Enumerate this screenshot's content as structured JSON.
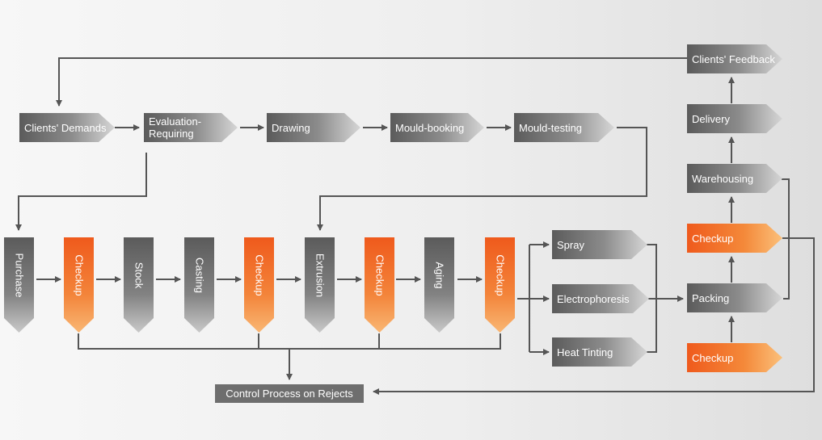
{
  "top_row": {
    "clients_demands": "Clients' Demands",
    "evaluation_requiring": "Evaluation-\nRequiring",
    "drawing": "Drawing",
    "mould_booking": "Mould-booking",
    "mould_testing": "Mould-testing"
  },
  "production_row": {
    "purchase": "Purchase",
    "checkup_1": "Checkup",
    "stock": "Stock",
    "casting": "Casting",
    "checkup_2": "Checkup",
    "extrusion": "Extrusion",
    "checkup_3": "Checkup",
    "aging": "Aging",
    "checkup_4": "Checkup"
  },
  "finishing": {
    "spray": "Spray",
    "electrophoresis": "Electrophoresis",
    "heat_tinting": "Heat Tinting"
  },
  "right_column": {
    "clients_feedback": "Clients' Feedback",
    "delivery": "Delivery",
    "warehousing": "Warehousing",
    "checkup_after_packing": "Checkup",
    "packing": "Packing",
    "checkup_before_packing": "Checkup"
  },
  "control_process": "Control Process on Rejects",
  "colors": {
    "gray_node": "#5b5b5b",
    "checkup_node": "#ef5a1c",
    "connector": "#555555"
  }
}
